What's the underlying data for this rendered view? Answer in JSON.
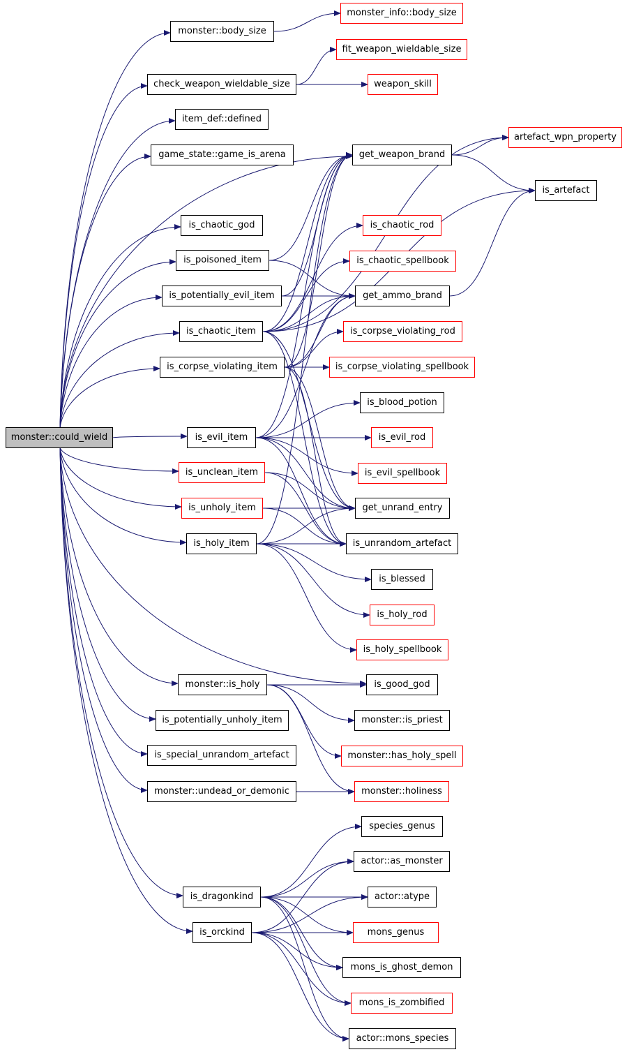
{
  "colors": {
    "edge": "#191970",
    "border": "#000000",
    "border_external": "#ff0000",
    "root_fill": "#bfbfbf",
    "background": "#ffffff"
  },
  "nodes": [
    {
      "id": "root",
      "label": "monster::could_wield",
      "style": "root"
    },
    {
      "id": "body_size",
      "label": "monster::body_size",
      "style": "black"
    },
    {
      "id": "mi_body_size",
      "label": "monster_info::body_size",
      "style": "red"
    },
    {
      "id": "fit_wws",
      "label": "fit_weapon_wieldable_size",
      "style": "red"
    },
    {
      "id": "check_wws",
      "label": "check_weapon_wieldable_size",
      "style": "black"
    },
    {
      "id": "weapon_skill",
      "label": "weapon_skill",
      "style": "red"
    },
    {
      "id": "item_defined",
      "label": "item_def::defined",
      "style": "black"
    },
    {
      "id": "game_arena",
      "label": "game_state::game_is_arena",
      "style": "black"
    },
    {
      "id": "artefact_wpn",
      "label": "artefact_wpn_property",
      "style": "red"
    },
    {
      "id": "get_weapon_brand",
      "label": "get_weapon_brand",
      "style": "black"
    },
    {
      "id": "is_artefact",
      "label": "is_artefact",
      "style": "black"
    },
    {
      "id": "is_chaotic_god",
      "label": "is_chaotic_god",
      "style": "black"
    },
    {
      "id": "is_chaotic_rod",
      "label": "is_chaotic_rod",
      "style": "red"
    },
    {
      "id": "is_poisoned_item",
      "label": "is_poisoned_item",
      "style": "black"
    },
    {
      "id": "is_chaotic_spellbook",
      "label": "is_chaotic_spellbook",
      "style": "red"
    },
    {
      "id": "is_pot_evil",
      "label": "is_potentially_evil_item",
      "style": "black"
    },
    {
      "id": "get_ammo_brand",
      "label": "get_ammo_brand",
      "style": "black"
    },
    {
      "id": "is_chaotic_item",
      "label": "is_chaotic_item",
      "style": "black"
    },
    {
      "id": "is_cv_rod",
      "label": "is_corpse_violating_rod",
      "style": "red"
    },
    {
      "id": "is_cv_item",
      "label": "is_corpse_violating_item",
      "style": "black"
    },
    {
      "id": "is_cv_spellbook",
      "label": "is_corpse_violating_spellbook",
      "style": "red"
    },
    {
      "id": "is_blood_potion",
      "label": "is_blood_potion",
      "style": "black"
    },
    {
      "id": "is_evil_item",
      "label": "is_evil_item",
      "style": "black"
    },
    {
      "id": "is_evil_rod",
      "label": "is_evil_rod",
      "style": "red"
    },
    {
      "id": "is_unclean_item",
      "label": "is_unclean_item",
      "style": "red"
    },
    {
      "id": "is_evil_spellbook",
      "label": "is_evil_spellbook",
      "style": "red"
    },
    {
      "id": "is_unholy_item",
      "label": "is_unholy_item",
      "style": "red"
    },
    {
      "id": "get_unrand_entry",
      "label": "get_unrand_entry",
      "style": "black"
    },
    {
      "id": "is_holy_item",
      "label": "is_holy_item",
      "style": "black"
    },
    {
      "id": "is_unrand_art",
      "label": "is_unrandom_artefact",
      "style": "black"
    },
    {
      "id": "is_blessed",
      "label": "is_blessed",
      "style": "black"
    },
    {
      "id": "is_holy_rod",
      "label": "is_holy_rod",
      "style": "red"
    },
    {
      "id": "is_holy_spellbook",
      "label": "is_holy_spellbook",
      "style": "red"
    },
    {
      "id": "mon_is_holy",
      "label": "monster::is_holy",
      "style": "black"
    },
    {
      "id": "is_good_god",
      "label": "is_good_god",
      "style": "black"
    },
    {
      "id": "is_pot_unholy",
      "label": "is_potentially_unholy_item",
      "style": "black"
    },
    {
      "id": "mon_is_priest",
      "label": "monster::is_priest",
      "style": "black"
    },
    {
      "id": "is_special_unrand",
      "label": "is_special_unrandom_artefact",
      "style": "black"
    },
    {
      "id": "mon_has_holy_spell",
      "label": "monster::has_holy_spell",
      "style": "red"
    },
    {
      "id": "mon_undead_demonic",
      "label": "monster::undead_or_demonic",
      "style": "black"
    },
    {
      "id": "mon_holiness",
      "label": "monster::holiness",
      "style": "red"
    },
    {
      "id": "species_genus",
      "label": "species_genus",
      "style": "black"
    },
    {
      "id": "actor_as_monster",
      "label": "actor::as_monster",
      "style": "black"
    },
    {
      "id": "is_dragonkind",
      "label": "is_dragonkind",
      "style": "black"
    },
    {
      "id": "actor_atype",
      "label": "actor::atype",
      "style": "black"
    },
    {
      "id": "is_orckind",
      "label": "is_orckind",
      "style": "black"
    },
    {
      "id": "mons_genus",
      "label": "mons_genus",
      "style": "red"
    },
    {
      "id": "mons_ghost_demon",
      "label": "mons_is_ghost_demon",
      "style": "black"
    },
    {
      "id": "mons_zombified",
      "label": "mons_is_zombified",
      "style": "red"
    },
    {
      "id": "actor_mons_species",
      "label": "actor::mons_species",
      "style": "black"
    }
  ],
  "edges": [
    [
      "root",
      "body_size"
    ],
    [
      "root",
      "check_wws"
    ],
    [
      "root",
      "item_defined"
    ],
    [
      "root",
      "game_arena"
    ],
    [
      "root",
      "get_weapon_brand"
    ],
    [
      "root",
      "is_chaotic_god"
    ],
    [
      "root",
      "is_poisoned_item"
    ],
    [
      "root",
      "is_pot_evil"
    ],
    [
      "root",
      "is_chaotic_item"
    ],
    [
      "root",
      "is_cv_item"
    ],
    [
      "root",
      "is_evil_item"
    ],
    [
      "root",
      "is_unclean_item"
    ],
    [
      "root",
      "is_unholy_item"
    ],
    [
      "root",
      "is_holy_item"
    ],
    [
      "root",
      "is_good_god"
    ],
    [
      "root",
      "mon_is_holy"
    ],
    [
      "root",
      "is_pot_unholy"
    ],
    [
      "root",
      "is_special_unrand"
    ],
    [
      "root",
      "mon_undead_demonic"
    ],
    [
      "root",
      "is_dragonkind"
    ],
    [
      "root",
      "is_orckind"
    ],
    [
      "body_size",
      "mi_body_size"
    ],
    [
      "check_wws",
      "fit_wws"
    ],
    [
      "check_wws",
      "weapon_skill"
    ],
    [
      "get_weapon_brand",
      "artefact_wpn"
    ],
    [
      "get_weapon_brand",
      "is_artefact"
    ],
    [
      "get_ammo_brand",
      "is_artefact"
    ],
    [
      "is_poisoned_item",
      "get_weapon_brand"
    ],
    [
      "is_poisoned_item",
      "get_ammo_brand"
    ],
    [
      "is_pot_evil",
      "get_weapon_brand"
    ],
    [
      "is_pot_evil",
      "get_ammo_brand"
    ],
    [
      "is_chaotic_item",
      "artefact_wpn"
    ],
    [
      "is_chaotic_item",
      "is_artefact"
    ],
    [
      "is_chaotic_item",
      "get_weapon_brand"
    ],
    [
      "is_chaotic_item",
      "is_chaotic_rod"
    ],
    [
      "is_chaotic_item",
      "is_chaotic_spellbook"
    ],
    [
      "is_chaotic_item",
      "get_ammo_brand"
    ],
    [
      "is_chaotic_item",
      "get_unrand_entry"
    ],
    [
      "is_chaotic_item",
      "is_unrand_art"
    ],
    [
      "is_cv_item",
      "get_weapon_brand"
    ],
    [
      "is_cv_item",
      "get_ammo_brand"
    ],
    [
      "is_cv_item",
      "is_cv_rod"
    ],
    [
      "is_cv_item",
      "is_cv_spellbook"
    ],
    [
      "is_cv_item",
      "get_unrand_entry"
    ],
    [
      "is_cv_item",
      "is_unrand_art"
    ],
    [
      "is_evil_item",
      "get_weapon_brand"
    ],
    [
      "is_evil_item",
      "get_ammo_brand"
    ],
    [
      "is_evil_item",
      "is_blood_potion"
    ],
    [
      "is_evil_item",
      "is_evil_rod"
    ],
    [
      "is_evil_item",
      "is_evil_spellbook"
    ],
    [
      "is_evil_item",
      "get_unrand_entry"
    ],
    [
      "is_evil_item",
      "is_unrand_art"
    ],
    [
      "is_unclean_item",
      "get_unrand_entry"
    ],
    [
      "is_unclean_item",
      "is_unrand_art"
    ],
    [
      "is_unholy_item",
      "get_unrand_entry"
    ],
    [
      "is_unholy_item",
      "is_unrand_art"
    ],
    [
      "is_holy_item",
      "get_weapon_brand"
    ],
    [
      "is_holy_item",
      "get_unrand_entry"
    ],
    [
      "is_holy_item",
      "is_unrand_art"
    ],
    [
      "is_holy_item",
      "is_blessed"
    ],
    [
      "is_holy_item",
      "is_holy_rod"
    ],
    [
      "is_holy_item",
      "is_holy_spellbook"
    ],
    [
      "mon_is_holy",
      "is_good_god"
    ],
    [
      "mon_is_holy",
      "mon_is_priest"
    ],
    [
      "mon_is_holy",
      "mon_has_holy_spell"
    ],
    [
      "mon_is_holy",
      "mon_holiness"
    ],
    [
      "mon_undead_demonic",
      "mon_holiness"
    ],
    [
      "is_dragonkind",
      "species_genus"
    ],
    [
      "is_dragonkind",
      "actor_as_monster"
    ],
    [
      "is_dragonkind",
      "actor_atype"
    ],
    [
      "is_dragonkind",
      "mons_genus"
    ],
    [
      "is_dragonkind",
      "mons_ghost_demon"
    ],
    [
      "is_dragonkind",
      "mons_zombified"
    ],
    [
      "is_dragonkind",
      "actor_mons_species"
    ],
    [
      "is_orckind",
      "actor_as_monster"
    ],
    [
      "is_orckind",
      "actor_atype"
    ],
    [
      "is_orckind",
      "mons_genus"
    ],
    [
      "is_orckind",
      "mons_ghost_demon"
    ],
    [
      "is_orckind",
      "mons_zombified"
    ],
    [
      "is_orckind",
      "actor_mons_species"
    ]
  ]
}
